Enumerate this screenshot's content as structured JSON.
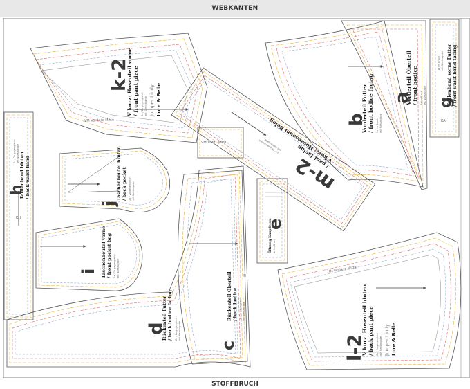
{
  "banners": {
    "top": "WEBKANTEN",
    "bottom": "STOFFBRUCH"
  },
  "colors": {
    "outline": "#555555",
    "size_a": "#e7b23a",
    "size_b": "#d66a6a",
    "size_c": "#8fa8c8",
    "grain": "#444444"
  },
  "pieces": {
    "k2": {
      "letter": "k-2",
      "title1": "V kurz: Hosenteil vorne",
      "title2": "/ front pant piece",
      "small1": "2x / 2x gegengleich",
      "small2": "mit Schnittkante",
      "brand1": "Jumper Lindy",
      "brand2": "Lore & Belle",
      "mark": "VM Vordere Mitte"
    },
    "b": {
      "letter": "b",
      "title1": "Vorderteil Futter",
      "title2": "/ front bodice facing",
      "small1": "1x im Bruch",
      "small2": "mit Nahtzugabe"
    },
    "a": {
      "letter": "a",
      "title1": "Vorderteil Oberteil",
      "title2": "/ front bodice",
      "small1": "1x im Bruch",
      "small2": "mit Nahtzugabe"
    },
    "g": {
      "letter": "g",
      "title1": "Taillenband vorne Futter",
      "title2": "/ front waist band facing",
      "small1": "1x im Bruch",
      "small2": "mit Nahtzugabe",
      "mark": "KA"
    },
    "h": {
      "letter": "h",
      "title1": "Taillenband hinten",
      "title2": "/ back waist band",
      "small1": "2x / 2x gegengleich",
      "small2": "mit Nahtzugabe",
      "mark": "KH"
    },
    "j": {
      "letter": "j",
      "title1": "Taschenbeutel hinten",
      "title2": "/ back pocket",
      "small1": "2x / 2x gegengleich",
      "small2": "mit Nahtzugabe"
    },
    "vm": {
      "mark": "VM Vord. Mitte"
    },
    "m2": {
      "letter": "m-2",
      "title1": "V kurz: Hosensaum Beleg",
      "title2": "/ pant facing",
      "small1": "2x / 2x gegengleich",
      "small2": "mit Nahtzugabe"
    },
    "e": {
      "letter": "e",
      "title1": "Öffnung Knopfleiste",
      "small1": "1x im Bruch"
    },
    "i": {
      "letter": "i",
      "title1": "Taschenbeutel vorne",
      "title2": "/ front pocket bag",
      "small1": "2x / 2x gegengleich",
      "small2": "mit Nahtzugabe"
    },
    "d": {
      "letter": "d",
      "title1": "Rückenteil Futter",
      "title2": "/ back bodice facing",
      "small1": "2x / 2x gegengleich",
      "small2": "mit Nahtzugabe"
    },
    "c": {
      "letter": "c",
      "title1": "Rückenteil Oberteil",
      "title2": "/ back bodice",
      "small1": "2x / 2x gegengleich",
      "small2": "mit Nahtzugabe",
      "mark": "HM"
    },
    "l2": {
      "letter": "l-2",
      "title1": "V kurz: Hosenteil hinten",
      "title2": "/ back pant piece",
      "small1": "2x / 2x gegengleich",
      "small2": "mit Nahtzugabe",
      "brand1": "Jumper Lindy",
      "brand2": "Lore & Belle",
      "mark": "HM Hintere Mitte"
    }
  }
}
